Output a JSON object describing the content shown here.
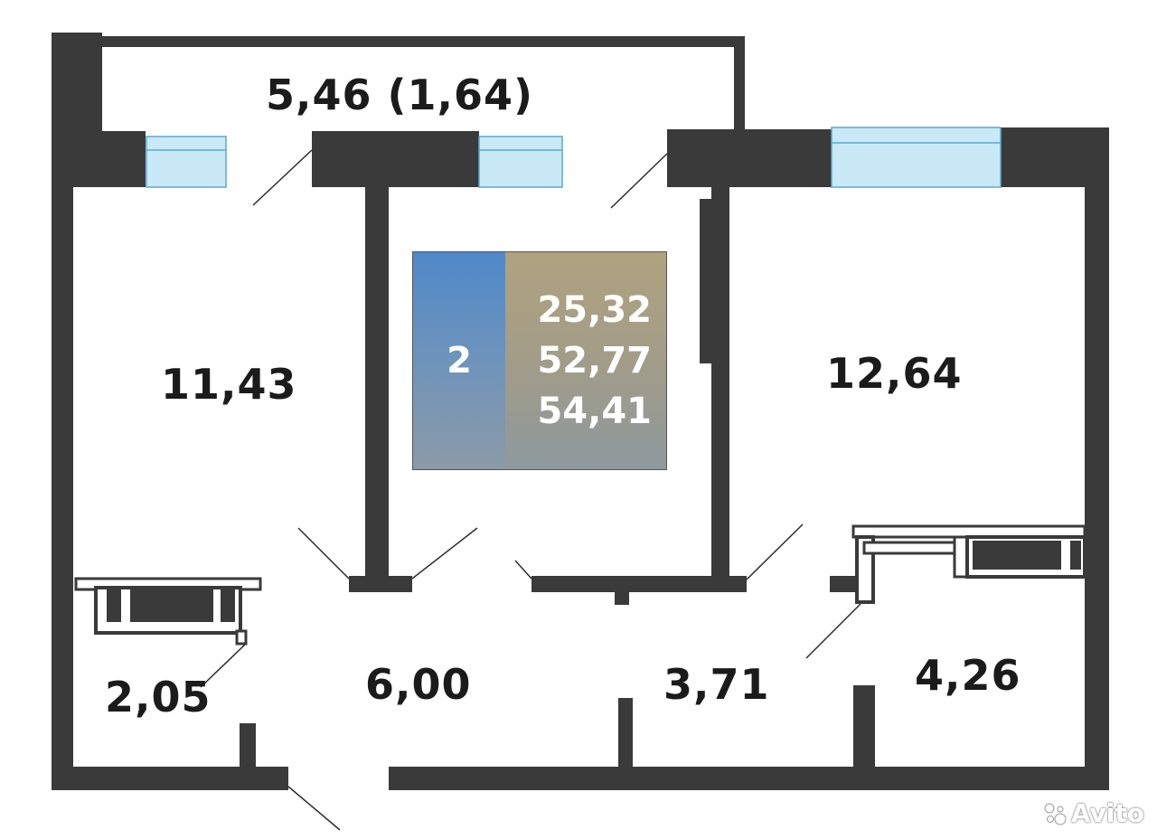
{
  "plan": {
    "balcony_label": "5,46 (1,64)",
    "rooms": [
      {
        "id": "bedroom-left",
        "area": "11,43"
      },
      {
        "id": "bedroom-right",
        "area": "12,64"
      },
      {
        "id": "bathroom-left",
        "area": "2,05"
      },
      {
        "id": "hallway",
        "area": "6,00"
      },
      {
        "id": "corridor",
        "area": "3,71"
      },
      {
        "id": "bathroom-right",
        "area": "4,26"
      }
    ]
  },
  "summary": {
    "room_count": "2",
    "living_area": "25,32",
    "total_area_without_balcony": "52,77",
    "total_area": "54,41"
  },
  "watermark": {
    "text": "Avito",
    "icon": "avito-logo-icon"
  },
  "colors": {
    "wall": "#3a3a3a",
    "window": "#c9e9f6",
    "room_count_cell": "#4f88c9",
    "area_cell": "#b0a27e"
  }
}
